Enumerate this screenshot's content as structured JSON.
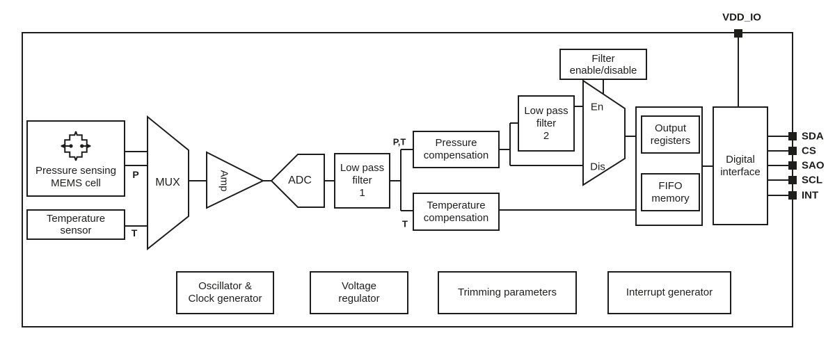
{
  "colors": {
    "line": "#1d1d1b",
    "background": "#ffffff"
  },
  "power_pin": {
    "label": "VDD_IO"
  },
  "blocks": {
    "mems_cell": "Pressure sensing\nMEMS cell",
    "temperature_sensor": "Temperature\nsensor",
    "mux": "MUX",
    "amp": "Amp",
    "adc": "ADC",
    "low_pass_filter_1": "Low pass\nfilter\n1",
    "pressure_compensation": "Pressure\ncompensation",
    "temperature_compensation": "Temperature\ncompensation",
    "low_pass_filter_2": "Low pass\nfilter\n2",
    "filter_enable_disable": "Filter\nenable/disable",
    "output_registers": "Output\nregisters",
    "fifo_memory": "FIFO\nmemory",
    "digital_interface": "Digital\ninterface",
    "oscillator_clock": "Oscillator &\nClock generator",
    "voltage_regulator": "Voltage\nregulator",
    "trimming_parameters": "Trimming parameters",
    "interrupt_generator": "Interrupt generator"
  },
  "signals": {
    "p": "P",
    "t": "T",
    "pt": "P,T",
    "t_comp_in": "T",
    "filter_en": "En",
    "filter_dis": "Dis"
  },
  "pins": [
    {
      "label": "SDA"
    },
    {
      "label": "CS"
    },
    {
      "label": "SAO"
    },
    {
      "label": "SCL"
    },
    {
      "label": "INT"
    }
  ]
}
